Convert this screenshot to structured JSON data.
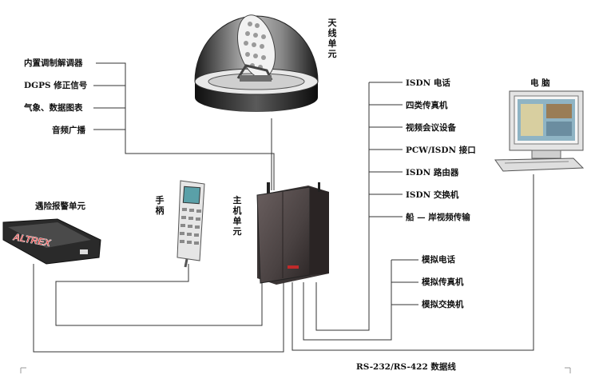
{
  "left_inputs": [
    "内置调制解调器",
    "DGPS 修正信号",
    "气象、数据图表",
    "音频广播"
  ],
  "right_digital": [
    "ISDN 电话",
    "四类传真机",
    "视频会议设备",
    "PCW/ISDN 接口",
    "ISDN 路由器",
    "ISDN 交换机",
    "船 — 岸视频传输"
  ],
  "right_analog": [
    "模拟电话",
    "模拟传真机",
    "模拟交换机"
  ],
  "antenna_label": "天线单元",
  "main_unit_label": "主机单元",
  "handset_label": "手柄",
  "alarm_label": "遇险报警单元",
  "alarm_brand": "ALTREX",
  "computer_label": "电  脑",
  "data_line_label": "RS-232/RS-422 数据线"
}
